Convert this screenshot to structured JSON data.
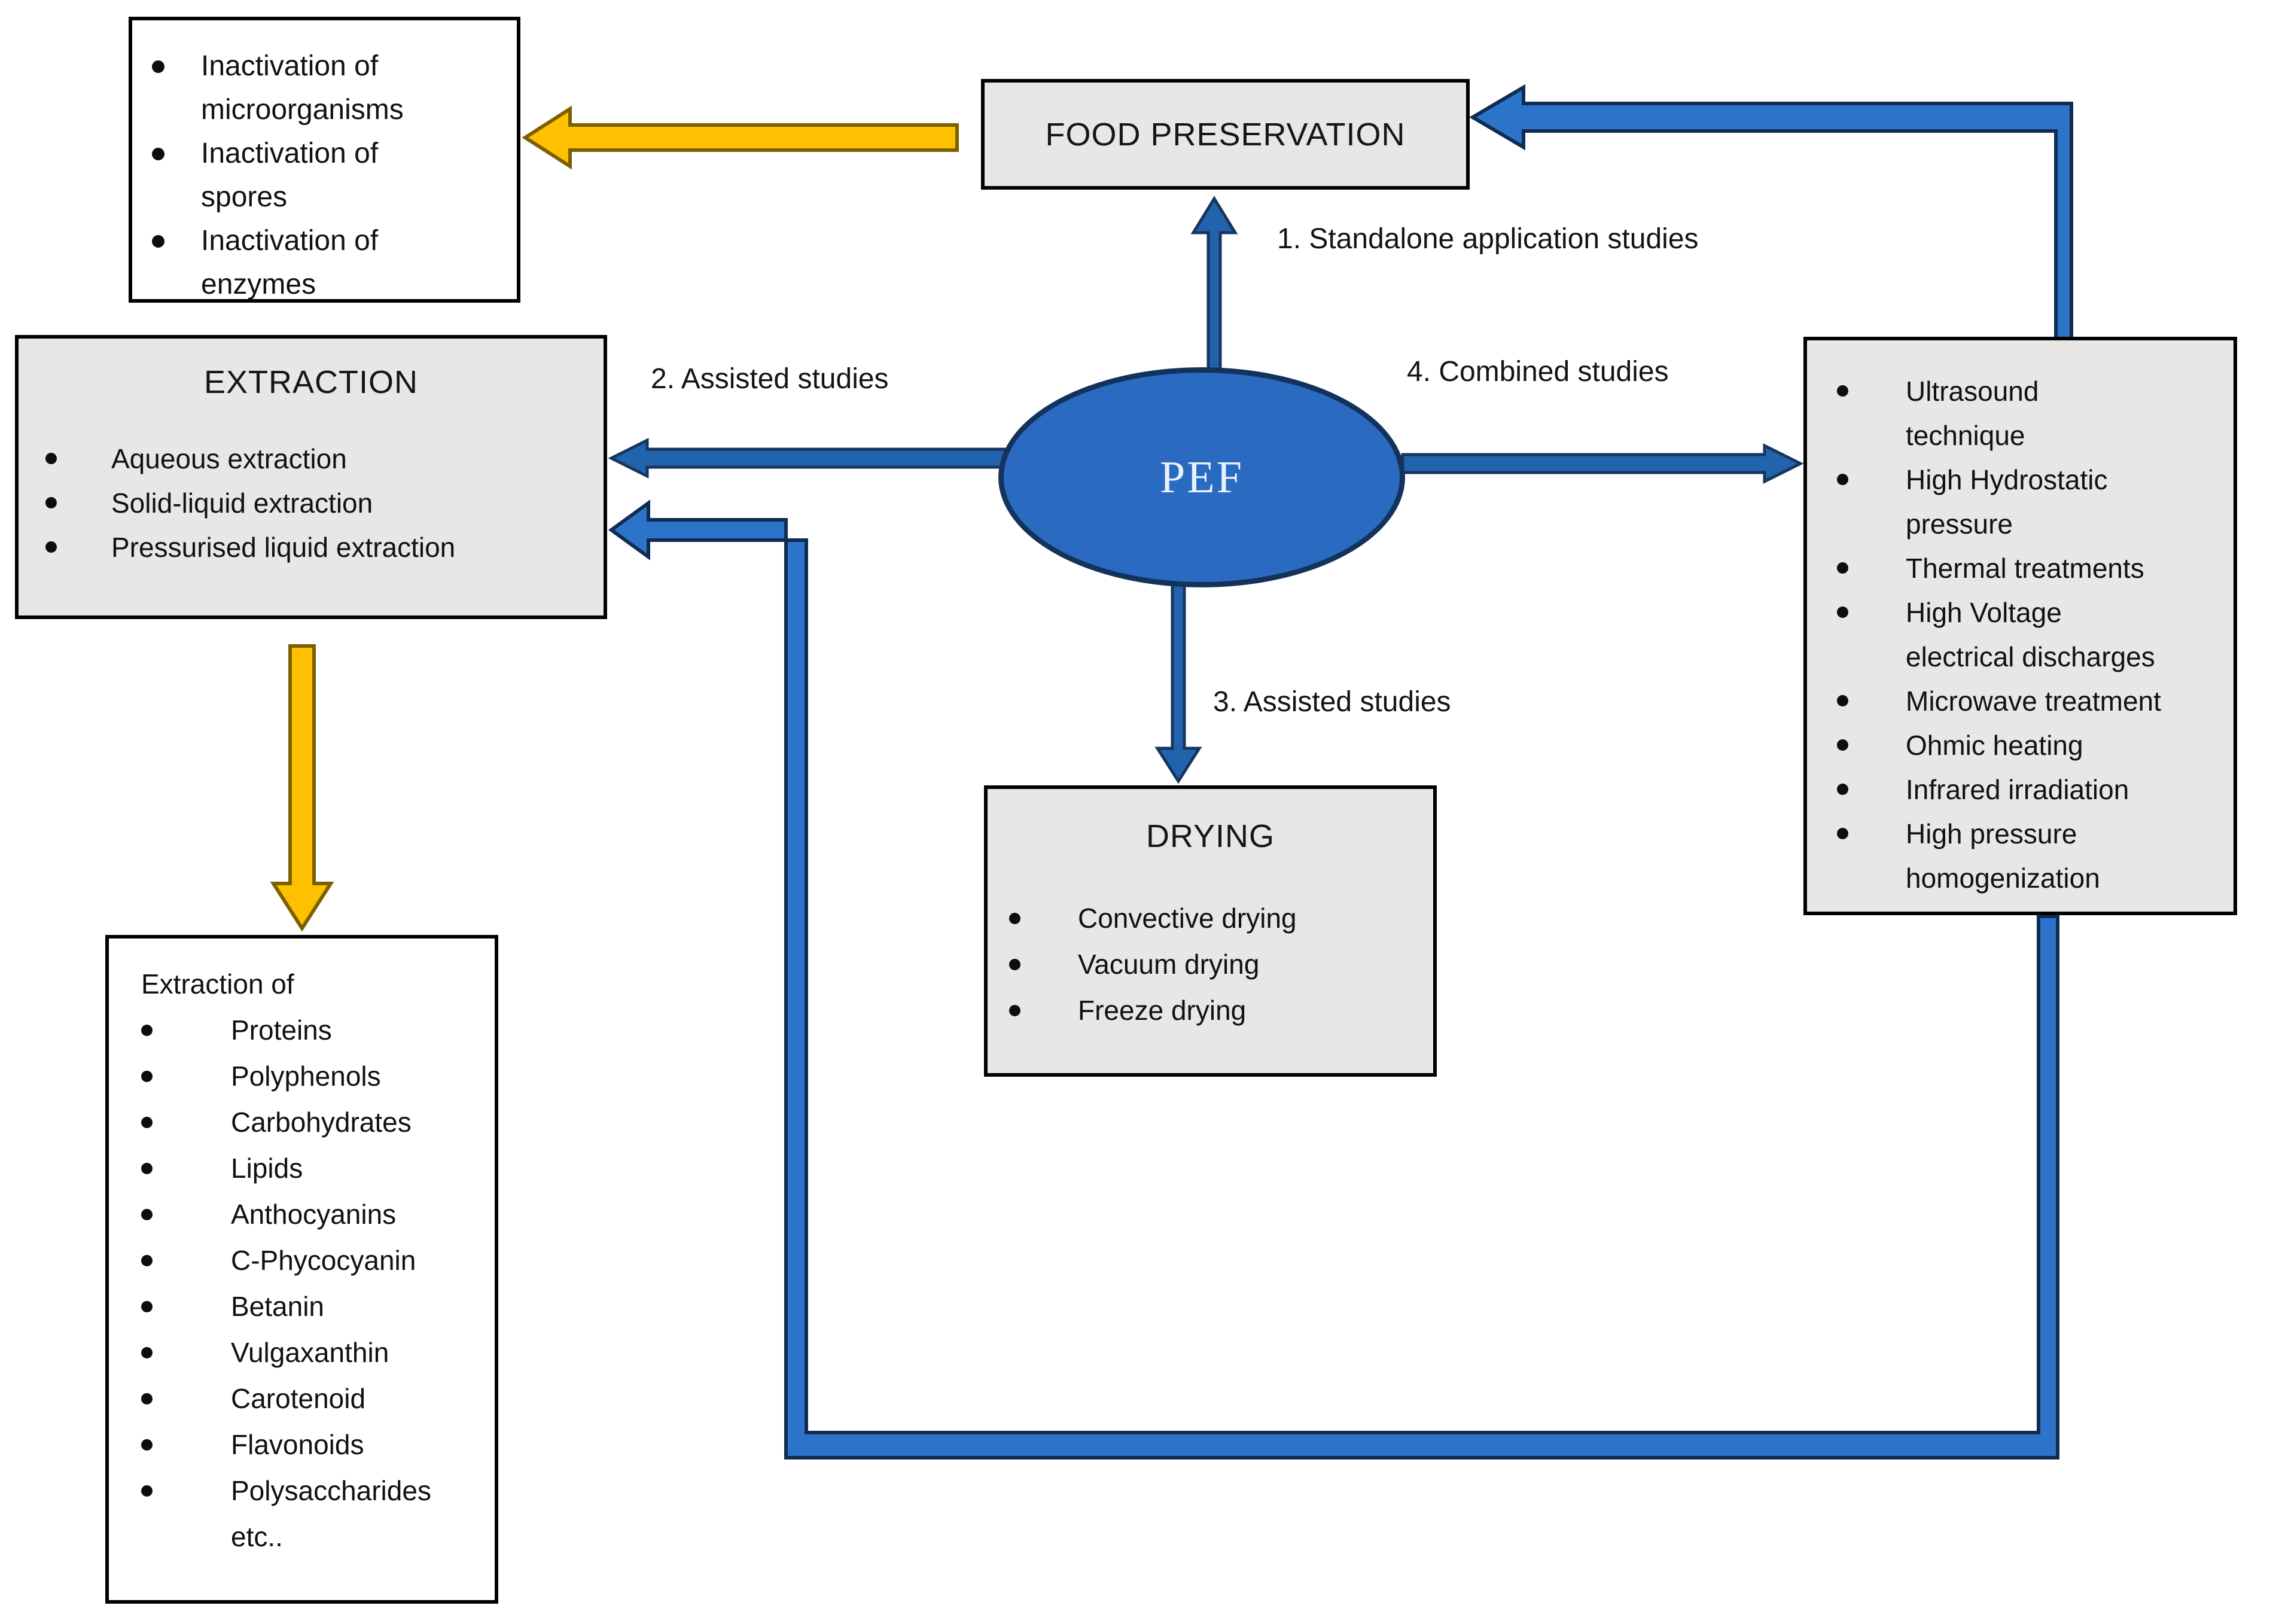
{
  "diagram": {
    "center": {
      "label": "PEF"
    },
    "boxes": {
      "food_preservation": {
        "title": "FOOD PRESERVATION"
      },
      "inactivation": {
        "items": [
          "Inactivation of\nmicroorganisms",
          "Inactivation of\nspores",
          "Inactivation of\nenzymes"
        ]
      },
      "extraction": {
        "title": "EXTRACTION",
        "items": [
          "Aqueous extraction",
          "Solid-liquid extraction",
          "Pressurised liquid extraction"
        ]
      },
      "drying": {
        "title": "DRYING",
        "items": [
          "Convective drying",
          "Vacuum drying",
          "Freeze drying"
        ]
      },
      "combined": {
        "items": [
          "Ultrasound\ntechnique",
          "High Hydrostatic\npressure",
          "Thermal treatments",
          "High Voltage\nelectrical discharges",
          "Microwave treatment",
          "Ohmic heating",
          "Infrared irradiation",
          "High pressure\nhomogenization"
        ]
      },
      "extraction_products": {
        "header": "Extraction of",
        "items": [
          "Proteins",
          "Polyphenols",
          "Carbohydrates",
          "Lipids",
          "Anthocyanins",
          "C-Phycocyanin",
          "Betanin",
          "Vulgaxanthin",
          "Carotenoid",
          "Flavonoids",
          "Polysaccharides"
        ],
        "footer": "etc.."
      }
    },
    "labels": {
      "standalone": "1. Standalone application studies",
      "assisted_extraction": "2. Assisted studies",
      "assisted_drying": "3. Assisted studies",
      "combined": "4. Combined studies"
    },
    "colors": {
      "box_fill_gray": "#e8e7e5",
      "box_border": "#000000",
      "pef_fill": "#2a6ac1",
      "pef_border": "#14335c",
      "arrow_blue_fill": "#2163ac",
      "arrow_blue_stroke": "#16365f",
      "loop_blue_fill": "#2b74c9",
      "loop_blue_stroke": "#102c52",
      "arrow_yellow_fill": "#fec000",
      "arrow_yellow_stroke": "#7c6000"
    }
  }
}
